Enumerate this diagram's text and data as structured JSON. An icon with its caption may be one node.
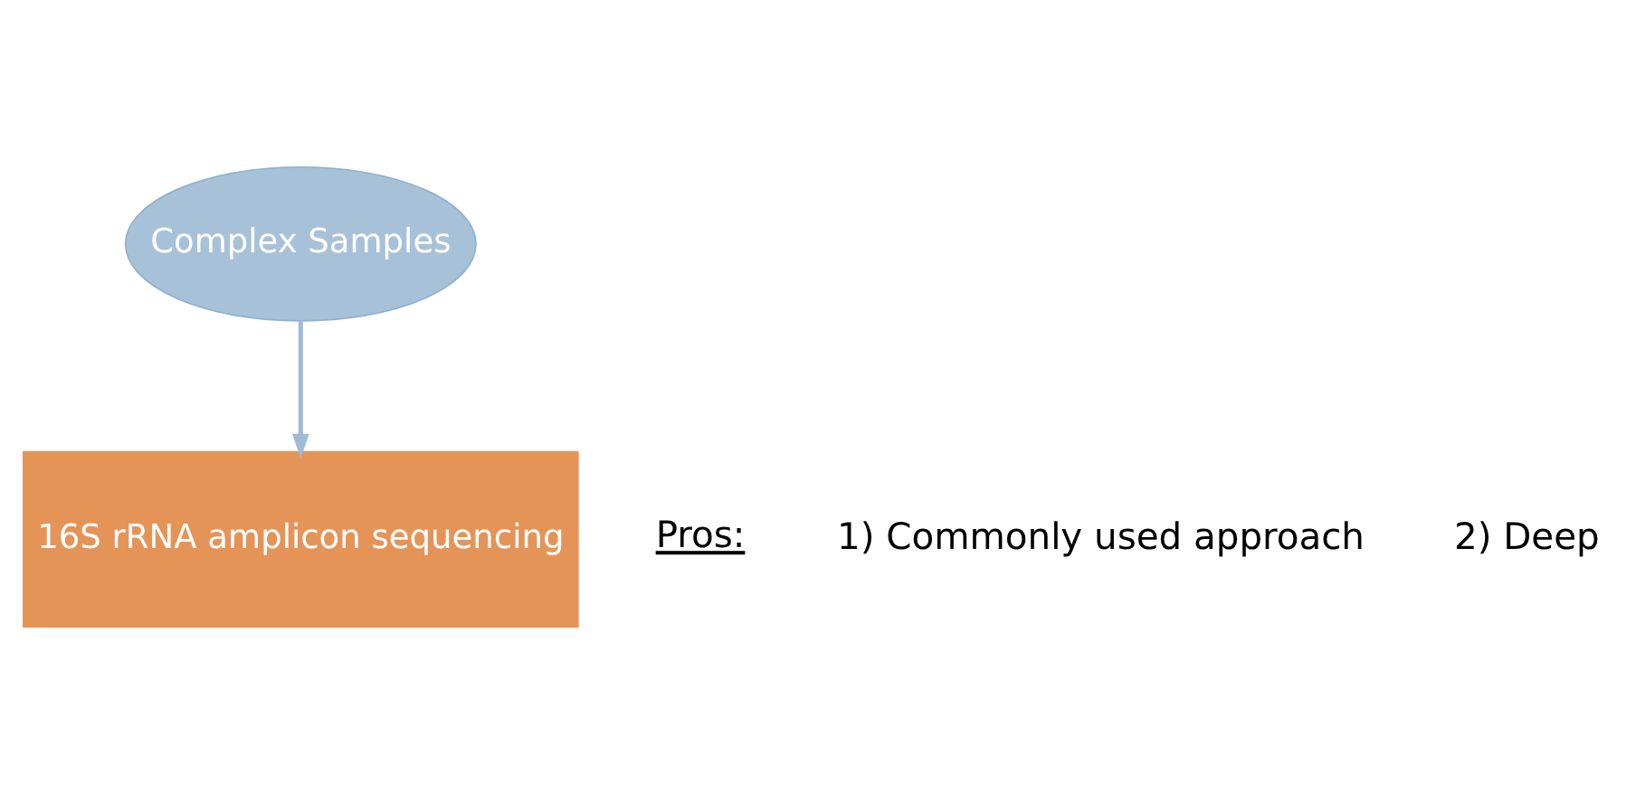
{
  "diagram": {
    "nodes": [
      {
        "text": [
          "Complex Samples"
        ]
      },
      {
        "text": [
          "16S rRNA amplicon sequencing"
        ]
      }
    ],
    "edges": [
      {
        "from": 0,
        "to": 1,
        "arrow": "to"
      }
    ],
    "labels": [
      "Pros:",
      "1) Commonly used approach",
      "2) Deep"
    ]
  }
}
